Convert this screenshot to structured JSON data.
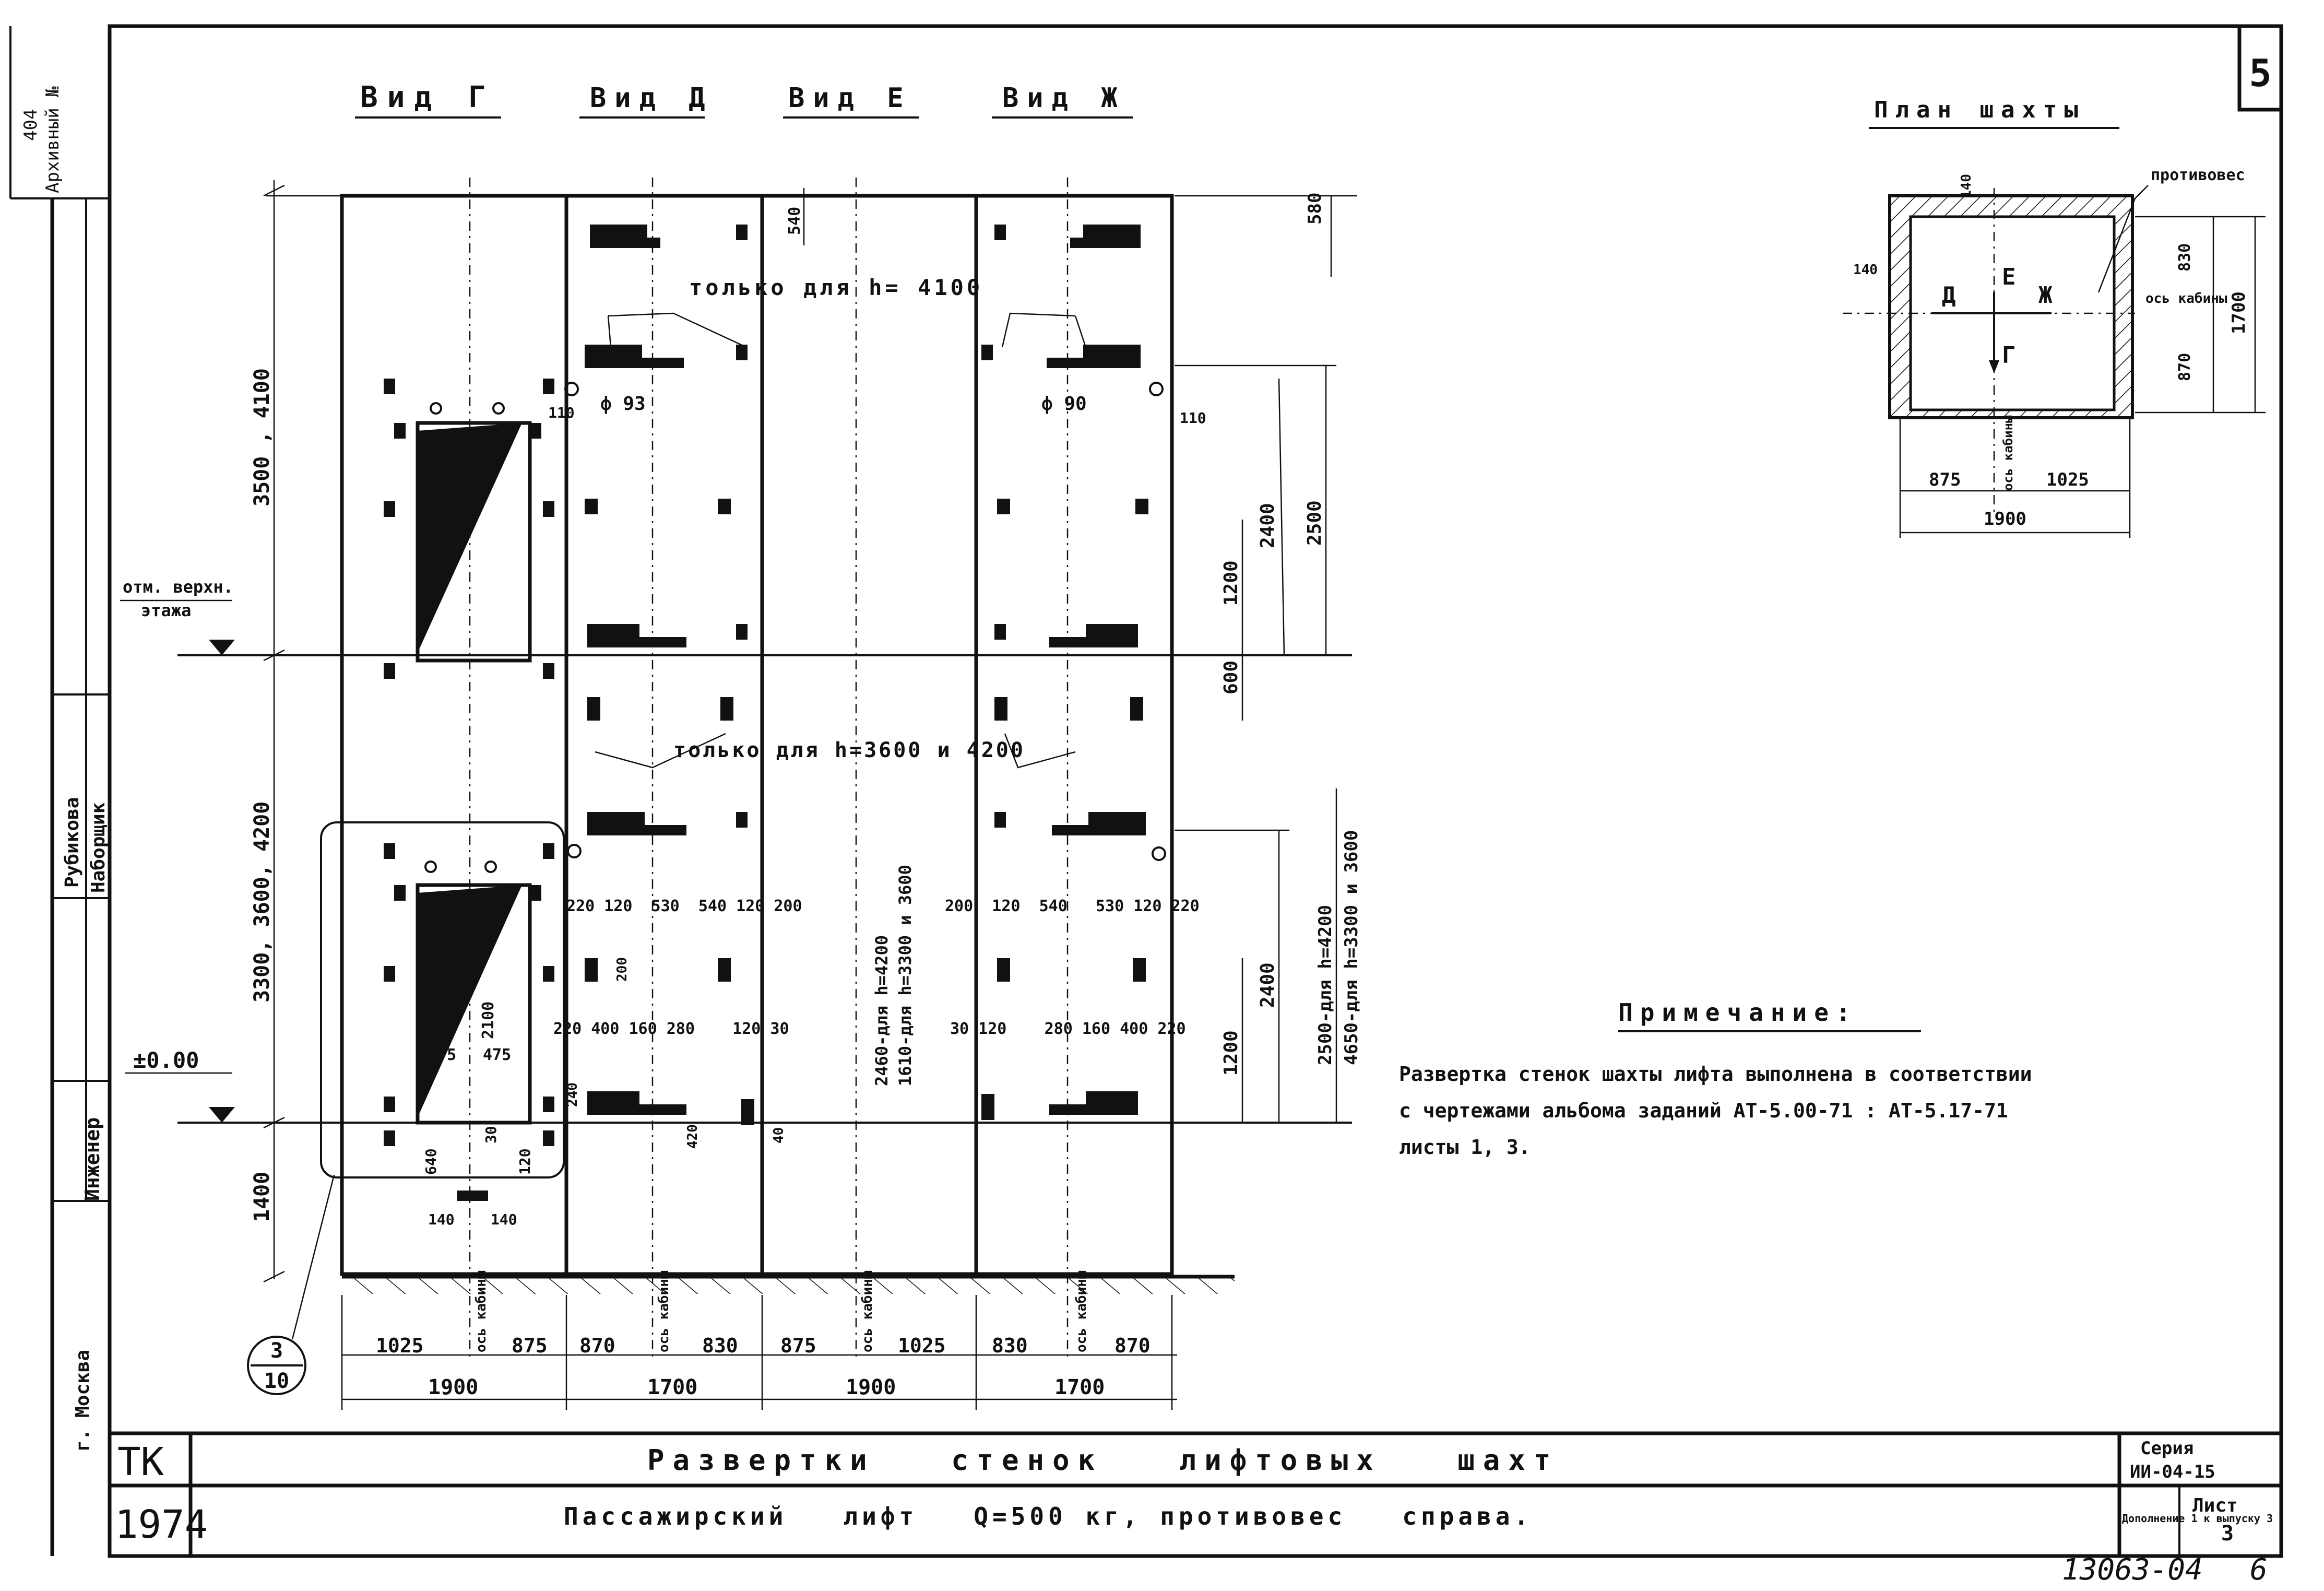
{
  "sheet_number": "5",
  "archive_label": "Архивный №",
  "archive_value": "404",
  "views": {
    "g": "Вид Г",
    "d": "Вид Д",
    "e": "Вид Е",
    "zh": "Вид Ж"
  },
  "plan": {
    "title": "План шахты",
    "counterweight": "противовес",
    "cabin_axis": "ось кабины",
    "cabin_axis_bottom": "ось кабины",
    "dim_140_top": "140",
    "dim_140_left": "140",
    "dim_830": "830",
    "dim_870": "870",
    "dim_1700": "1700",
    "dim_875": "875",
    "dim_1025": "1025",
    "dim_1900": "1900",
    "letter_d": "Д",
    "letter_e": "Е",
    "letter_zh": "Ж",
    "letter_g": "Г"
  },
  "elevation": {
    "dim_3500_4100": "3500 , 4100",
    "dim_3300_3600_4200": "3300, 3600, 4200",
    "dim_1400": "1400",
    "dim_580": "580",
    "dim_540": "540",
    "dim_2400_top": "2400",
    "dim_2500": "2500",
    "dim_1200_top": "1200",
    "dim_600": "600",
    "dim_2400_mid": "2400",
    "dim_1200_mid": "1200",
    "dim_2500_4650": "2500-для h=4200",
    "dim_4650": "4650-для h=3300 и 3600",
    "dim_2460": "2460-для h=4200",
    "dim_1610": "1610-для h=3300 и 3600",
    "top_floor_mark": "отм. верхн.",
    "top_floor_mark2": "этажа",
    "zero_mark": "±0.00",
    "only_4100": "только для h= 4100",
    "only_3600_4200": "только для h=3600 и 4200",
    "phi_93": "ф 93",
    "phi_90": "ф 90",
    "dim_110_left": "110",
    "dim_110_right": "110",
    "row1_left": "220 120  530  540 120 200",
    "row1_right": "200  120  540   530 120 220",
    "row2_left": "220 400 160 280    120 30",
    "row2_right": "30 120    280 160 400 220",
    "dim_200": "200",
    "dim_2100": "2100",
    "dim_475a": "475",
    "dim_475b": "475",
    "dim_640": "640",
    "dim_30": "30",
    "dim_120": "120",
    "dim_140a": "140",
    "dim_140b": "140",
    "dim_240": "240",
    "dim_420": "420",
    "dim_40": "40",
    "callout_top": "3",
    "callout_bottom": "10"
  },
  "bottom_dims": {
    "a": "1025",
    "b": "875",
    "c": "870",
    "d": "830",
    "e": "875",
    "f": "1025",
    "g": "830",
    "h": "870",
    "axis1": "ось кабины",
    "axis2": "ось кабины",
    "axis3": "ось кабины",
    "axis4": "ось кабины",
    "w1": "1900",
    "w2": "1700",
    "w3": "1900",
    "w4": "1700"
  },
  "note": {
    "title": "Примечание:",
    "line1": "Развертка стенок шахты лифта выполнена в соответствии",
    "line2": "с чертежами альбома заданий  АТ-5.00-71 : АТ-5.17-71",
    "line3": "листы 1, 3."
  },
  "stamp": {
    "tk": "ТК",
    "year": "1974",
    "title1": "Развертки   стенок   лифтовых   шахт",
    "title2": "Пассажирский   лифт   Q=500 кг, противовес   справа.",
    "series_label": "Серия",
    "series_value": "ИИ-04-15",
    "addition": "Дополнение 1 к выпуску 3",
    "sheet_label": "Лист",
    "sheet_value": "3",
    "doc_number": "13063-04",
    "page": "6"
  },
  "side_stamp": {
    "city": "г. Москва",
    "engineer": "Инженер",
    "rubikova": "Рубикова",
    "nabodrik": "Наборщик"
  }
}
